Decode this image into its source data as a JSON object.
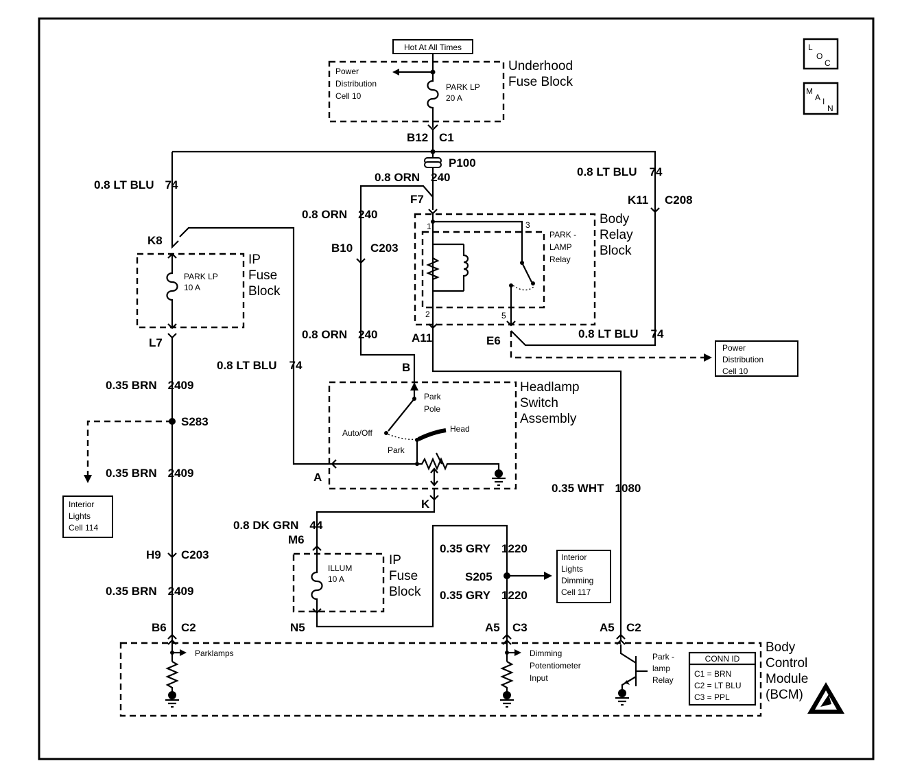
{
  "badges": {
    "loc": [
      "L",
      "O",
      "C"
    ],
    "main": [
      "M",
      "A",
      "I",
      "N"
    ]
  },
  "hot_label": "Hot At All Times",
  "components": {
    "underhood": "Underhood|Fuse Block",
    "body_relay": "Body|Relay|Block",
    "ip_fuse_1": "IP|Fuse|Block",
    "ip_fuse_2": "IP|Fuse|Block",
    "headlamp_switch": "Headlamp|Switch|Assembly",
    "bcm": "Body|Control|Module|(BCM)"
  },
  "fuses": {
    "park_lp_20": "PARK LP|20 A",
    "park_lp_10": "PARK LP|10 A",
    "illum": "ILLUM|10 A"
  },
  "relay": {
    "name": "PARK -|LAMP|Relay",
    "pins": [
      "1",
      "3",
      "2",
      "5"
    ]
  },
  "switch": {
    "pole": "Park|Pole",
    "auto_off": "Auto/Off",
    "head": "Head",
    "park": "Park"
  },
  "bcm": {
    "parklamps": "Parklamps",
    "dimming": "Dimming|Potentiometer|Input",
    "relay": "Park -|lamp|Relay",
    "conn_id_title": "CONN ID",
    "conn_ids": [
      "C1 = BRN",
      "C2 = LT BLU",
      "C3 = PPL"
    ]
  },
  "references": {
    "pdc_top": "Power|Distribution|Cell 10",
    "pdc_right": "Power|Distribution|Cell 10",
    "interior": "Interior|Lights|Cell 114",
    "dimming": "Interior|Lights|Dimming|Cell 117"
  },
  "pins": {
    "b12": "B12",
    "c1": "C1",
    "p100": "P100",
    "f7": "F7",
    "k11": "K11",
    "c208": "C208",
    "k8": "K8",
    "b10": "B10",
    "c203a": "C203",
    "l7": "L7",
    "a11": "A11",
    "e6": "E6",
    "b": "B",
    "s283": "S283",
    "a": "A",
    "k": "K",
    "m6": "M6",
    "h9": "H9",
    "c203b": "C203",
    "s205": "S205",
    "n5": "N5",
    "b6": "B6",
    "c2a": "C2",
    "a5a": "A5",
    "c3": "C3",
    "a5b": "A5",
    "c2b": "C2"
  },
  "wires": {
    "w_ltblu_left": [
      "0.8 LT BLU",
      "74"
    ],
    "w_orn_top": [
      "0.8 ORN",
      "240"
    ],
    "w_ltblu_right": [
      "0.8 LT BLU",
      "74"
    ],
    "w_orn_b10": [
      "0.8 ORN",
      "240"
    ],
    "w_orn_a11": [
      "0.8 ORN",
      "240"
    ],
    "w_ltblu_e6": [
      "0.8 LT BLU",
      "74"
    ],
    "w_ltblu_sw": [
      "0.8 LT BLU",
      "74"
    ],
    "w_brn_1": [
      "0.35 BRN",
      "2409"
    ],
    "w_brn_2": [
      "0.35 BRN",
      "2409"
    ],
    "w_wht": [
      "0.35 WHT",
      "1080"
    ],
    "w_dkgrn": [
      "0.8 DK GRN",
      "44"
    ],
    "w_gry_1": [
      "0.35 GRY",
      "1220"
    ],
    "w_gry_2": [
      "0.35 GRY",
      "1220"
    ],
    "w_brn_3": [
      "0.35 BRN",
      "2409"
    ]
  }
}
